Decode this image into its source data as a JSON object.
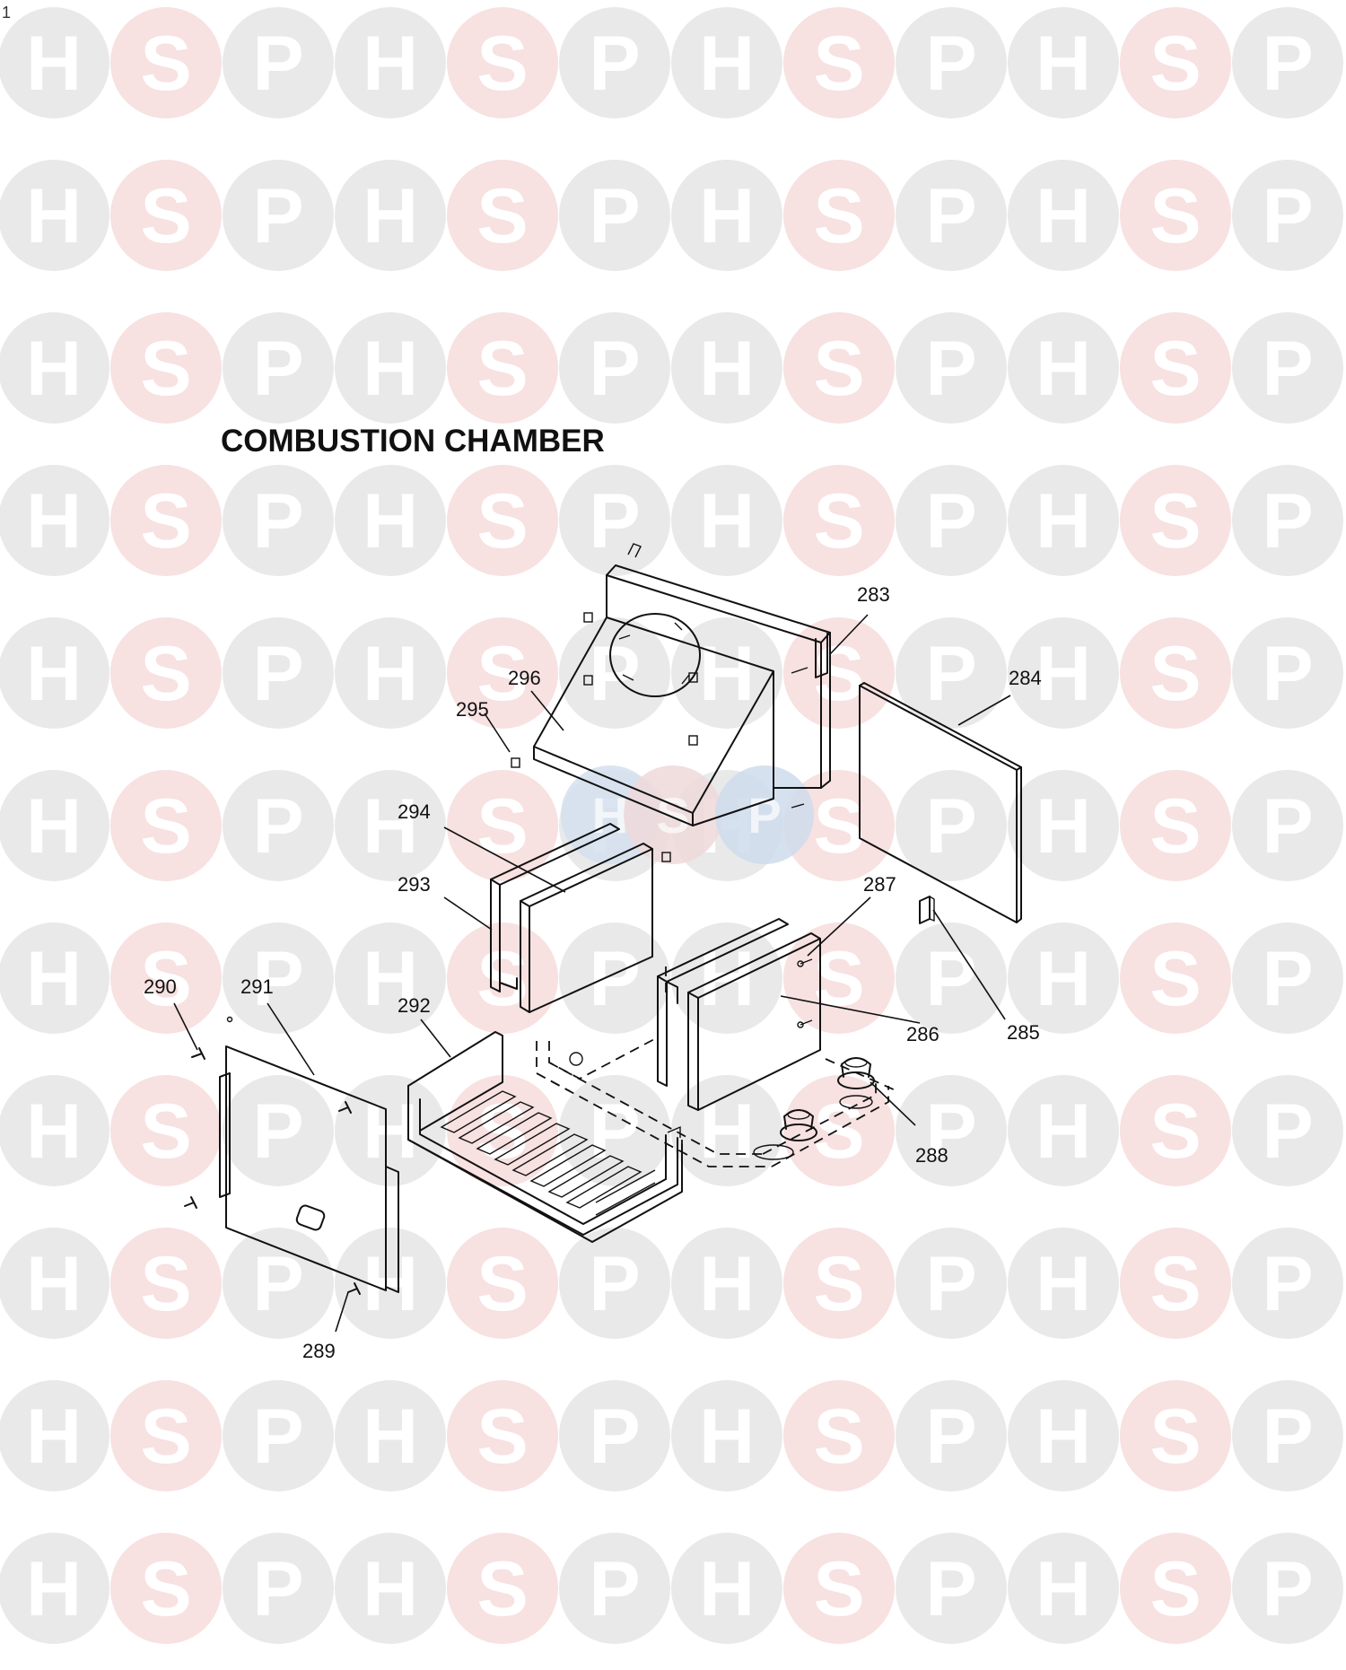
{
  "title": "COMBUSTION CHAMBER",
  "corner_mark": "1",
  "watermark": {
    "letters": [
      "H",
      "S",
      "P"
    ],
    "colors": {
      "H": "#e9e9e9",
      "S": "#f7e1e1",
      "P": "#e9e9e9",
      "center_H": "#d4e1ef",
      "center_S": "#efd9db",
      "center_P": "#cfdcec"
    }
  },
  "parts": [
    {
      "number": "283"
    },
    {
      "number": "284"
    },
    {
      "number": "285"
    },
    {
      "number": "286"
    },
    {
      "number": "287"
    },
    {
      "number": "288"
    },
    {
      "number": "289"
    },
    {
      "number": "290"
    },
    {
      "number": "291"
    },
    {
      "number": "292"
    },
    {
      "number": "293"
    },
    {
      "number": "294"
    },
    {
      "number": "295"
    },
    {
      "number": "296"
    }
  ]
}
